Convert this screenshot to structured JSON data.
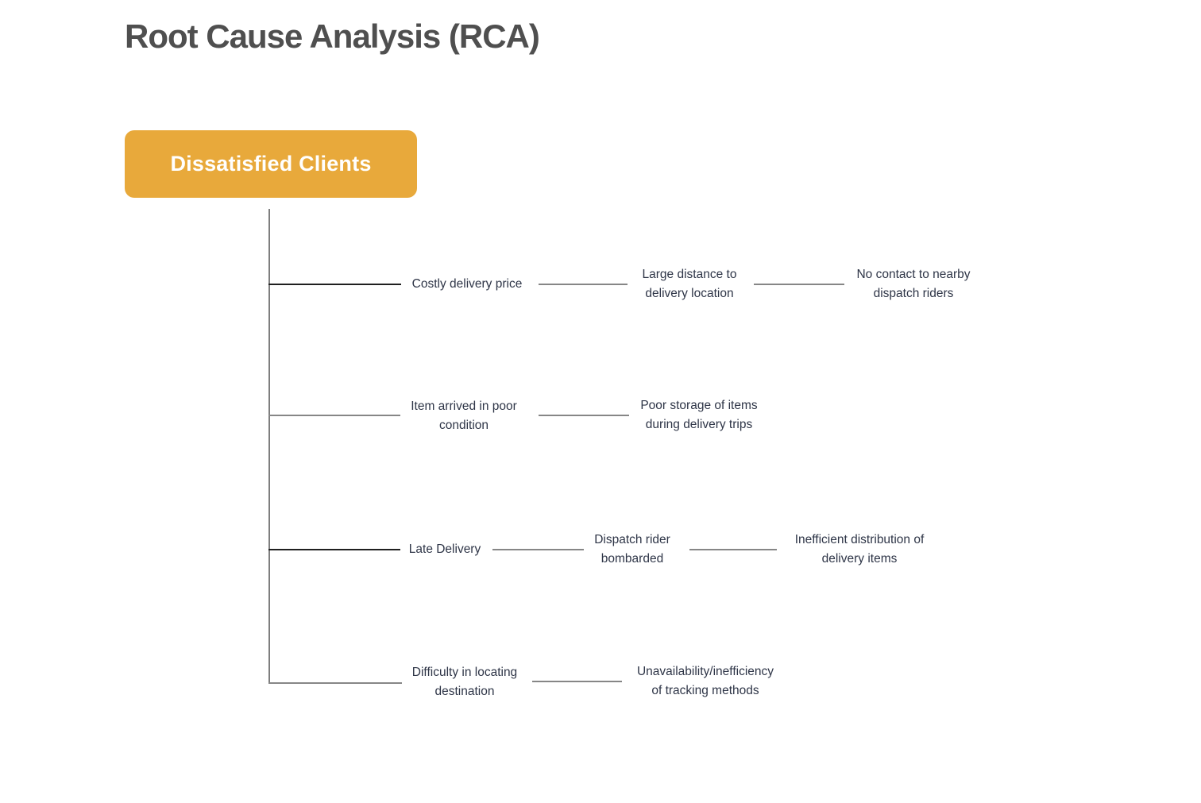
{
  "page": {
    "title": "Root Cause Analysis (RCA)"
  },
  "root": {
    "label": "Dissatisfied Clients"
  },
  "theme": {
    "title_color": "#4F4F4F",
    "root_fill": "#E8A93B",
    "root_text": "#FFFFFF",
    "text_color": "#2E3547",
    "line_dark": "#1F1F1F",
    "line_mid": "#868686",
    "line_gray": "#7E7E7E"
  },
  "branches": [
    {
      "level1": "Costly delivery price",
      "level2": "Large distance to\ndelivery location",
      "level3": "No contact to nearby\ndispatch riders"
    },
    {
      "level1": "Item arrived in poor\ncondition",
      "level2": "Poor storage of items\nduring delivery trips"
    },
    {
      "level1": "Late Delivery",
      "level2": "Dispatch rider\nbombarded",
      "level3": "Inefficient distribution of\ndelivery items"
    },
    {
      "level1": "Difficulty in locating\ndestination",
      "level2": "Unavailability/inefficiency\nof tracking methods"
    }
  ]
}
